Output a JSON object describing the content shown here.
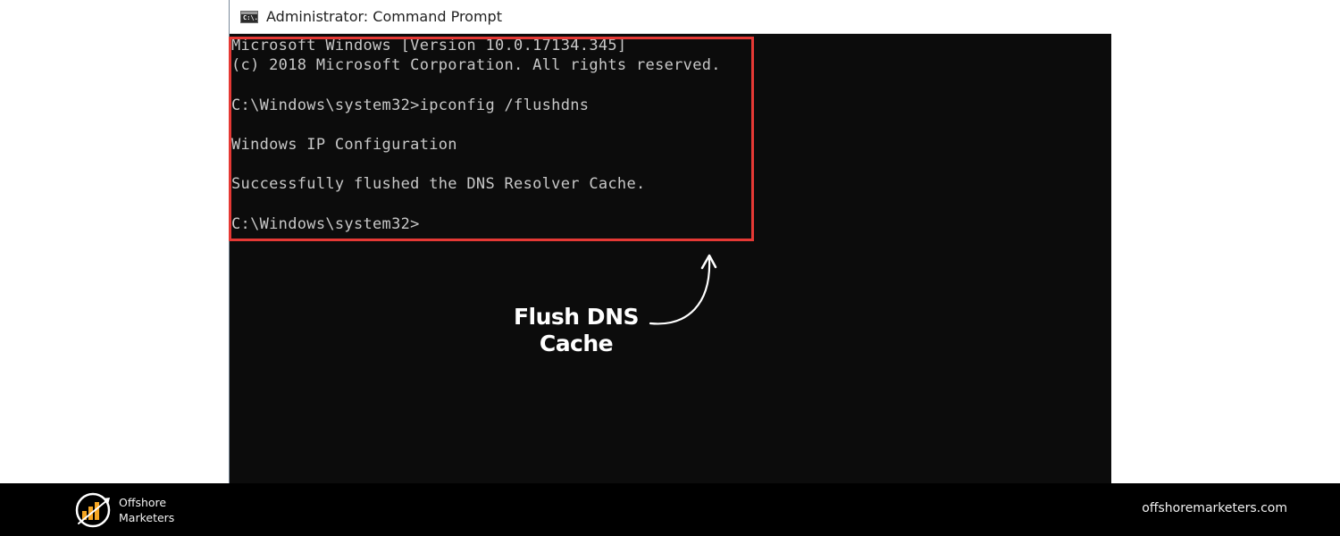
{
  "window": {
    "title": "Administrator: Command Prompt",
    "icon": "cmd-icon",
    "icon_glyph": "C:\\."
  },
  "console": {
    "lines": [
      "Microsoft Windows [Version 10.0.17134.345]",
      "(c) 2018 Microsoft Corporation. All rights reserved.",
      "",
      "C:\\Windows\\system32>ipconfig /flushdns",
      "",
      "Windows IP Configuration",
      "",
      "Successfully flushed the DNS Resolver Cache.",
      "",
      "C:\\Windows\\system32>"
    ],
    "highlight_color": "#e53935"
  },
  "annotation": {
    "line1": "Flush DNS",
    "line2": "Cache",
    "arrow_icon": "curved-arrow-up-icon"
  },
  "footer": {
    "brand_line1": "Offshore",
    "brand_line2": "Marketers",
    "website": "offshoremarketers.com",
    "logo_accent": "#f5a623"
  }
}
